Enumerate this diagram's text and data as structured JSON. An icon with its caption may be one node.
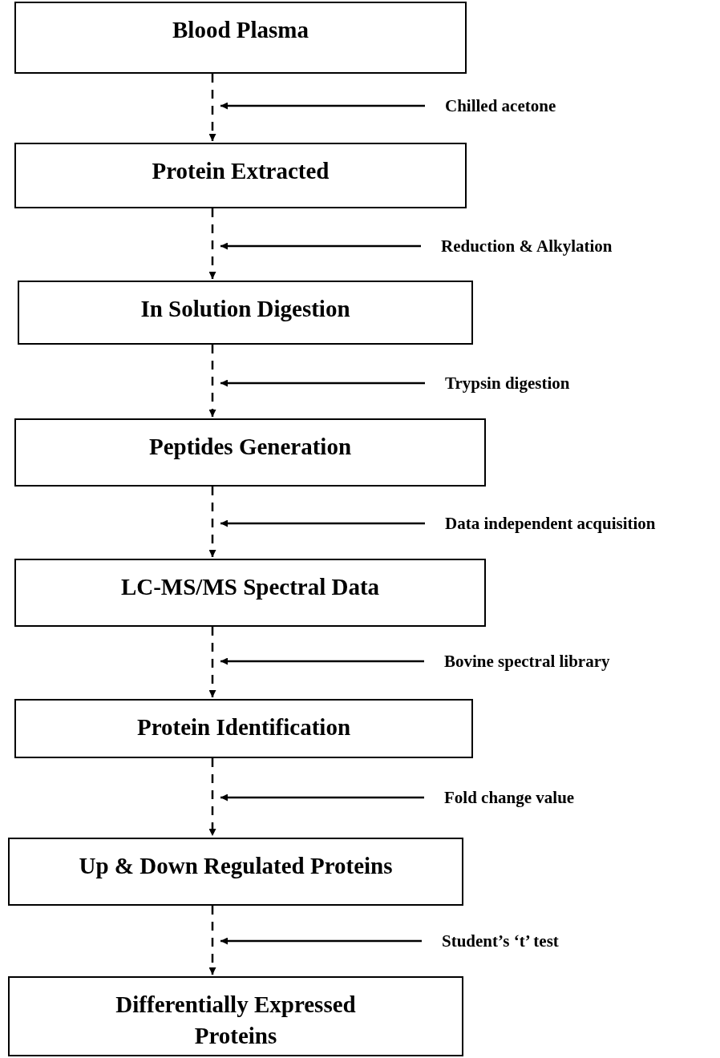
{
  "diagram": {
    "nodes": [
      {
        "text": [
          "Blood Plasma"
        ]
      },
      {
        "text": [
          "Chilled acetone"
        ]
      },
      {
        "text": [
          "Protein Extracted"
        ]
      },
      {
        "text": [
          "Reduction & Alkylation"
        ]
      },
      {
        "text": [
          "In Solution Digestion"
        ]
      },
      {
        "text": [
          "Trypsin digestion"
        ]
      },
      {
        "text": [
          "Peptides Generation"
        ]
      },
      {
        "text": [
          "Data independent acquisition"
        ]
      },
      {
        "text": [
          "LC-MS/MS Spectral Data"
        ]
      },
      {
        "text": [
          "Bovine spectral library"
        ]
      },
      {
        "text": [
          "Protein Identification"
        ]
      },
      {
        "text": [
          "Fold change value"
        ]
      },
      {
        "text": [
          "Up & Down Regulated Proteins"
        ]
      },
      {
        "text": [
          "Student’s ‘t’ test"
        ]
      },
      {
        "text": [
          "Differentially Expressed Proteins"
        ]
      }
    ],
    "edges": [
      {
        "from": 0,
        "to": 2,
        "arrow": "to",
        "style": "dashed"
      },
      {
        "from": 1,
        "to": null,
        "arrow": "to"
      },
      {
        "from": 2,
        "to": 4,
        "arrow": "to",
        "style": "dashed"
      },
      {
        "from": 3,
        "to": null,
        "arrow": "to"
      },
      {
        "from": 4,
        "to": 6,
        "arrow": "to",
        "style": "dashed"
      },
      {
        "from": 5,
        "to": null,
        "arrow": "to"
      },
      {
        "from": 6,
        "to": 8,
        "arrow": "to",
        "style": "dashed"
      },
      {
        "from": 7,
        "to": null,
        "arrow": "to"
      },
      {
        "from": 8,
        "to": 10,
        "arrow": "to",
        "style": "dashed"
      },
      {
        "from": 9,
        "to": null,
        "arrow": "to"
      },
      {
        "from": 10,
        "to": 12,
        "arrow": "to",
        "style": "dashed"
      },
      {
        "from": 11,
        "to": null,
        "arrow": "to"
      },
      {
        "from": 12,
        "to": 14,
        "arrow": "to",
        "style": "dashed"
      },
      {
        "from": 13,
        "to": null,
        "arrow": "to"
      }
    ]
  }
}
